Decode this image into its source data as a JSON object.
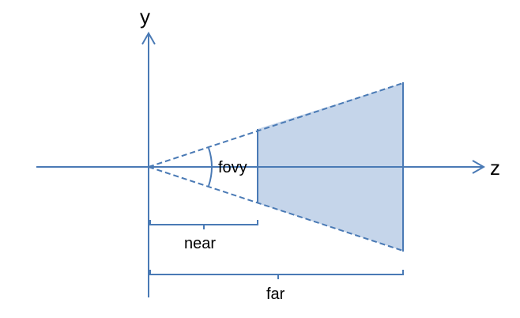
{
  "diagram": {
    "labels": {
      "y_axis": "y",
      "z_axis": "z",
      "angle": "fovy",
      "near": "near",
      "far": "far"
    },
    "colors": {
      "line": "#4a7ab5",
      "frustum_fill": "#c5d5ea",
      "text": "#000000"
    }
  }
}
